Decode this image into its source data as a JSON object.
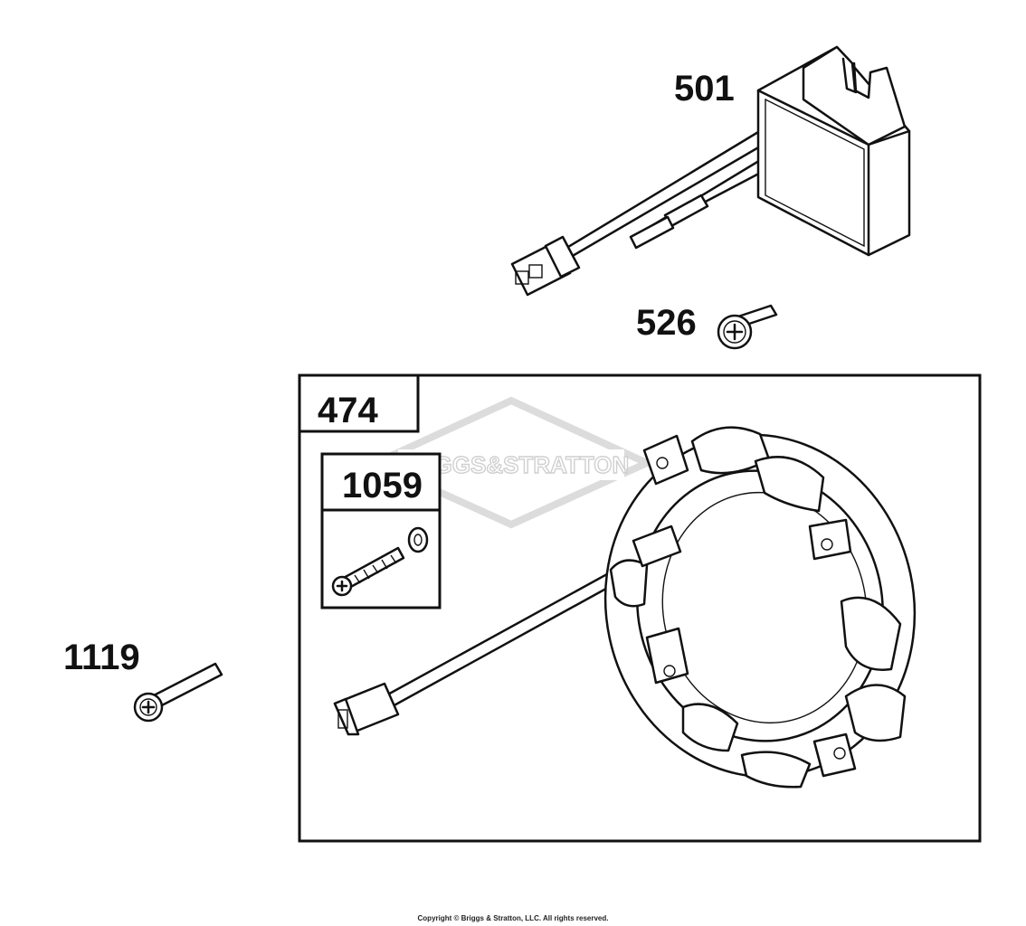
{
  "parts": {
    "regulator": {
      "number": "501"
    },
    "regulator_screw": {
      "number": "526"
    },
    "alternator_kit": {
      "number": "474"
    },
    "screw_kit": {
      "number": "1059"
    },
    "stator_screw": {
      "number": "1119"
    }
  },
  "watermark": {
    "text": "BRIGGS&STRATTON"
  },
  "footer": {
    "copyright": "Copyright © Briggs & Stratton, LLC. All rights reserved."
  },
  "colors": {
    "line": "#111111",
    "watermark": "#d9d9d9",
    "background": "#ffffff"
  }
}
